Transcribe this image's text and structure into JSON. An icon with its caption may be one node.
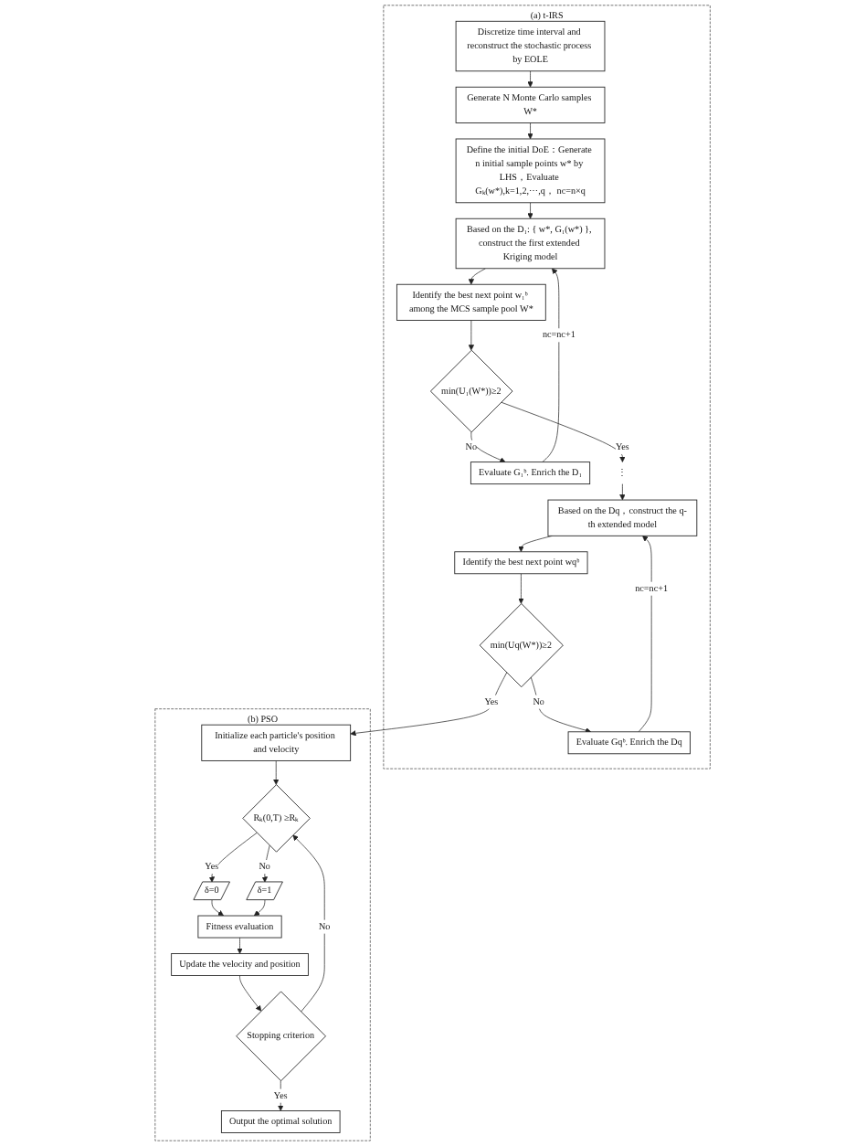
{
  "diagram": {
    "nodes": [
      {
        "text": [
          "(a)  t-IRS"
        ]
      },
      {
        "text": [
          "Discretize time interval and reconstruct the stochastic process by EOLE"
        ],
        "in": 0
      },
      {
        "text": [
          "Generate N Monte Carlo samples W*"
        ],
        "in": 0
      },
      {
        "text": [
          "Define the initial DoE：Generate n initial sample points w* by LHS，Evaluate Gₖ(w*),k=1,2,⋯,q， nc=n×q"
        ],
        "in": 0
      },
      {
        "text": [
          "Based on the D₁: { w*, G₁(w*) }, construct the first extended Kriging model"
        ],
        "in": 0
      },
      {
        "text": [
          "Identify the best next point w₁ᵇ among the MCS sample pool W*"
        ],
        "in": 0
      },
      {
        "text": [
          "min(U₁(W*))≥2"
        ],
        "in": 0
      },
      {
        "text": [
          "Evaluate G₁ᵇ. Enrich the D₁"
        ],
        "in": 0
      },
      {
        "text": [
          "⋮"
        ],
        "in": 0
      },
      {
        "text": [
          "Based on the Dq，construct the q-th extended model"
        ],
        "in": 0
      },
      {
        "text": [
          "Identify the best next point wqᵇ"
        ],
        "in": 0
      },
      {
        "text": [
          "min(Uq(W*))≥2"
        ],
        "in": 0
      },
      {
        "text": [
          "Evaluate Gqᵇ. Enrich the Dq"
        ],
        "in": 0
      },
      {
        "text": [
          "(b) PSO"
        ]
      },
      {
        "text": [
          "Initialize each particle's position and velocity"
        ],
        "in": 13
      },
      {
        "text": [
          "Rₖ(0,T) ≥Rₖ"
        ],
        "in": 13
      },
      {
        "text": [
          "δ=0"
        ],
        "in": 13
      },
      {
        "text": [
          "δ=1"
        ],
        "in": 13
      },
      {
        "text": [
          "Fitness evaluation"
        ],
        "in": 13
      },
      {
        "text": [
          "Update the velocity and position"
        ],
        "in": 13
      },
      {
        "text": [
          "Stopping criterion"
        ],
        "in": 13
      },
      {
        "text": [
          "Output the optimal solution"
        ],
        "in": 13
      }
    ],
    "edges": [
      {
        "from": 1,
        "to": 2,
        "arrow": "to"
      },
      {
        "from": 2,
        "to": 3,
        "arrow": "to"
      },
      {
        "from": 3,
        "to": 4,
        "arrow": "to"
      },
      {
        "from": 4,
        "to": 5,
        "arrow": "to"
      },
      {
        "from": 5,
        "to": 6,
        "arrow": "to"
      },
      {
        "from": 6,
        "to": 7,
        "arrow": "to",
        "label": "No"
      },
      {
        "from": 7,
        "to": 4,
        "arrow": "to",
        "label": "nc=nc+1"
      },
      {
        "from": 6,
        "to": 8,
        "arrow": "to",
        "label": "Yes"
      },
      {
        "from": 8,
        "to": 9,
        "arrow": "to"
      },
      {
        "from": 9,
        "to": 10,
        "arrow": "to"
      },
      {
        "from": 10,
        "to": 11,
        "arrow": "to"
      },
      {
        "from": 11,
        "to": 12,
        "arrow": "to",
        "label": "No"
      },
      {
        "from": 12,
        "to": 9,
        "arrow": "to",
        "label": "nc=nc+1"
      },
      {
        "from": 11,
        "to": 14,
        "arrow": "to",
        "label": "Yes"
      },
      {
        "from": 14,
        "to": 15,
        "arrow": "to"
      },
      {
        "from": 15,
        "to": 16,
        "arrow": "to",
        "label": "Yes"
      },
      {
        "from": 15,
        "to": 17,
        "arrow": "to",
        "label": "No"
      },
      {
        "from": 16,
        "to": 18,
        "arrow": "to"
      },
      {
        "from": 17,
        "to": 18,
        "arrow": "to"
      },
      {
        "from": 18,
        "to": 19,
        "arrow": "to"
      },
      {
        "from": 19,
        "to": 20,
        "arrow": "to"
      },
      {
        "from": 20,
        "to": 21,
        "arrow": "to",
        "label": "Yes"
      },
      {
        "from": 20,
        "to": 15,
        "arrow": "to",
        "label": "No"
      }
    ]
  }
}
